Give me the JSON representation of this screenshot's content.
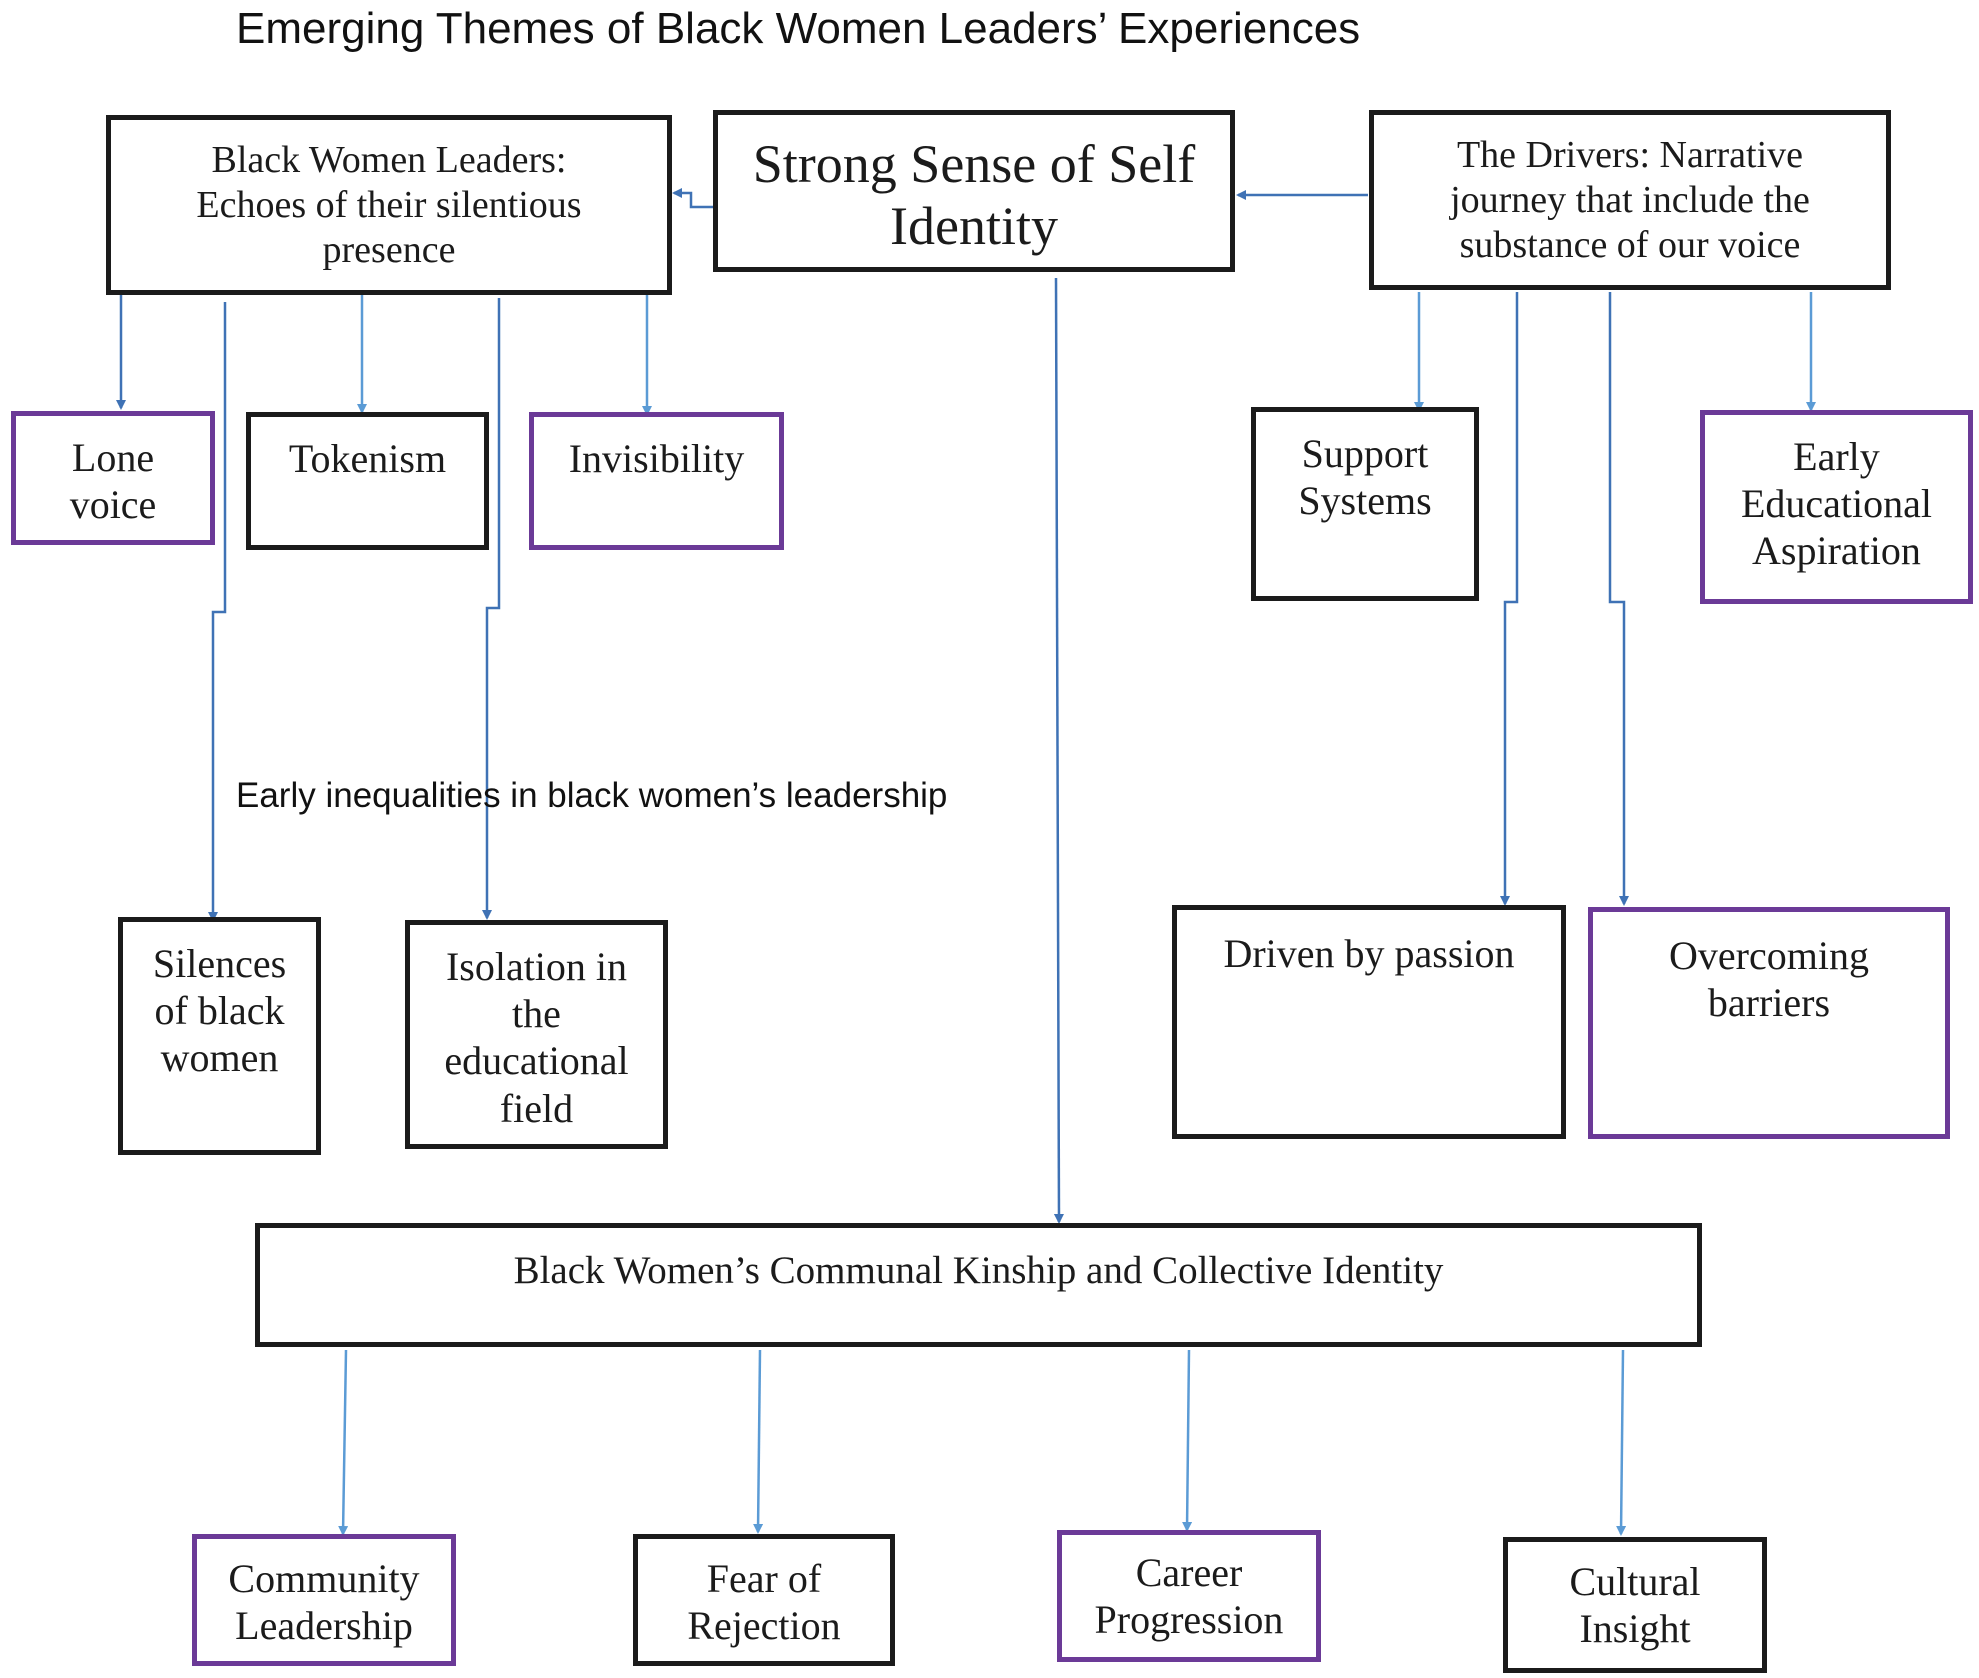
{
  "title": "Emerging Themes of Black Women Leaders’ Experiences",
  "annotation": "Early inequalities in black women’s leadership",
  "colors": {
    "box_dark": "#1b1b1b",
    "box_purple": "#6b3a97",
    "arrow_dark_blue": "#3f72b5",
    "arrow_light_blue": "#5b9bd5"
  },
  "nodes": {
    "self_identity": "Strong Sense of Self\nIdentity",
    "echoes": "Black Women Leaders:\nEchoes of their silentious\npresence",
    "drivers": "The Drivers: Narrative\njourney that include the\nsubstance of our voice",
    "lone_voice": "Lone\nvoice",
    "tokenism": "Tokenism",
    "invisibility": "Invisibility",
    "support_systems": "Support\nSystems",
    "early_educational_aspiration": "Early\nEducational\nAspiration",
    "silences": "Silences\nof black\nwomen",
    "isolation": "Isolation in\nthe\neducational\nfield",
    "driven_by_passion": "Driven by passion",
    "overcoming_barriers": "Overcoming\nbarriers",
    "communal_kinship": "Black Women’s Communal Kinship and Collective Identity",
    "community_leadership": "Community\nLeadership",
    "fear_of_rejection": "Fear of\nRejection",
    "career_progression": "Career\nProgression",
    "cultural_insight": "Cultural\nInsight"
  }
}
